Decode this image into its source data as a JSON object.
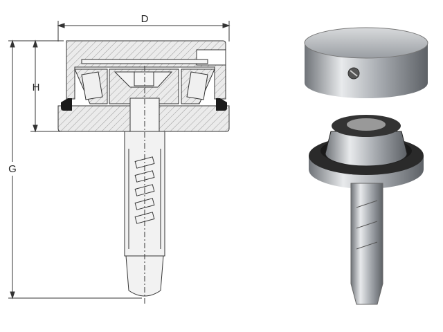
{
  "dimensions": {
    "diameter_label": "D",
    "height_label": "H",
    "total_height_label": "G"
  },
  "colors": {
    "line": "#333333",
    "hatch_fill": "#e6e6e6",
    "seal": "#1a1a1a",
    "steel": "#b8bcc2"
  }
}
